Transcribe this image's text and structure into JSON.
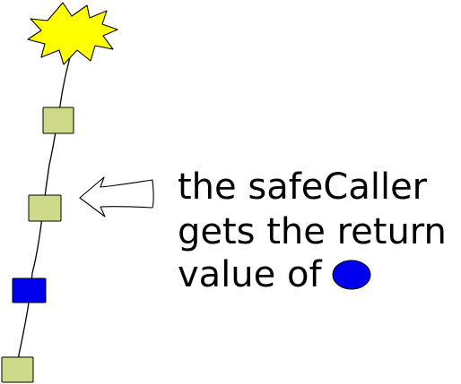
{
  "caption": {
    "line1": "the safeCaller",
    "line2": "gets the return",
    "line3": "value of"
  },
  "colors": {
    "star_fill": "#ffff00",
    "stack_frame_fill": "#cfd98a",
    "active_frame_fill": "#0000ee",
    "highlight_ellipse_fill": "#0000ee",
    "arrow_fill": "#ffffff",
    "stroke": "#000000",
    "text": "#000000"
  },
  "icons": {
    "top": "star-burst-icon",
    "pointer": "left-arrow-icon",
    "inline_marker": "blue-ellipse-icon"
  }
}
